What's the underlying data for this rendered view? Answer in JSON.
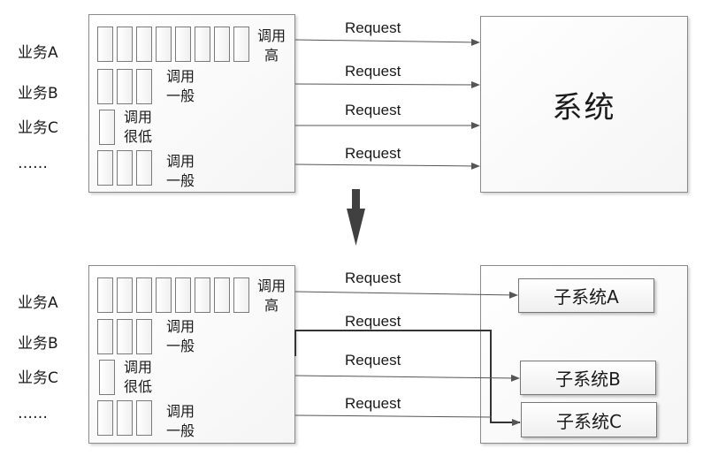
{
  "top": {
    "business": [
      "业务A",
      "业务B",
      "业务C",
      "……"
    ],
    "calls": {
      "high": [
        "调用",
        "高"
      ],
      "normal1": [
        "调用",
        "一般"
      ],
      "low": [
        "调用",
        "很低"
      ],
      "normal2": [
        "调用",
        "一般"
      ]
    },
    "requests": [
      "Request",
      "Request",
      "Request",
      "Request"
    ],
    "system": "系统"
  },
  "bottom": {
    "business": [
      "业务A",
      "业务B",
      "业务C",
      "……"
    ],
    "calls": {
      "high": [
        "调用",
        "高"
      ],
      "normal1": [
        "调用",
        "一般"
      ],
      "low": [
        "调用",
        "很低"
      ],
      "normal2": [
        "调用",
        "一般"
      ]
    },
    "requests": [
      "Request",
      "Request",
      "Request",
      "Request"
    ],
    "subsystems": [
      "子系统A",
      "子系统B",
      "子系统C"
    ]
  },
  "colors": {
    "line": "#555555",
    "border": "#7a7a7a",
    "arrow": "#404040"
  }
}
